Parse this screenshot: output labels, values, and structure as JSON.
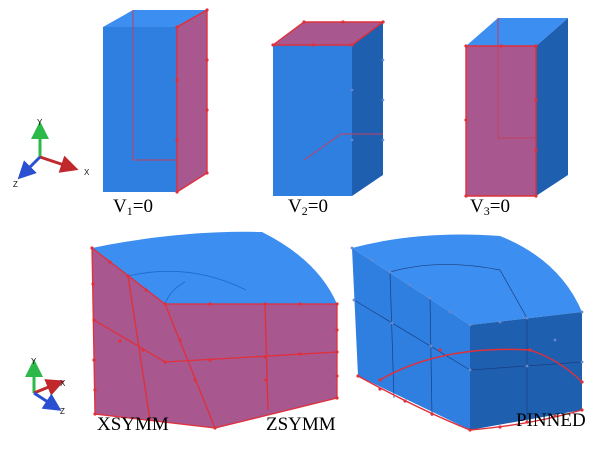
{
  "colors": {
    "face_blue": "#2f7fe0",
    "face_blue_dark": "#1f5fb0",
    "face_blue_top": "#3c8ef0",
    "constrained_magenta": "#a8578f",
    "edge_red": "#e0303a",
    "axis_y_green": "#2db84a",
    "axis_x_red": "#c0282c",
    "axis_z_blue": "#2a4fd0"
  },
  "triad_top": {
    "y": "Y",
    "x": "X",
    "z": "Z"
  },
  "triad_bottom": {
    "y": "Y",
    "x": "X",
    "z": "Z"
  },
  "boxes": [
    {
      "label_v": "V",
      "label_sub": "1",
      "label_rest": "=0",
      "constrained_face": "side"
    },
    {
      "label_v": "V",
      "label_sub": "2",
      "label_rest": "=0",
      "constrained_face": "top"
    },
    {
      "label_v": "V",
      "label_sub": "3",
      "label_rest": "=0",
      "constrained_face": "front"
    }
  ],
  "quarter_cylinders": [
    {
      "labels": [
        "XSYMM",
        "ZSYMM"
      ],
      "constrained": "symmetry planes"
    },
    {
      "labels": [
        "PINNED"
      ],
      "constrained": "bottom edge"
    }
  ]
}
